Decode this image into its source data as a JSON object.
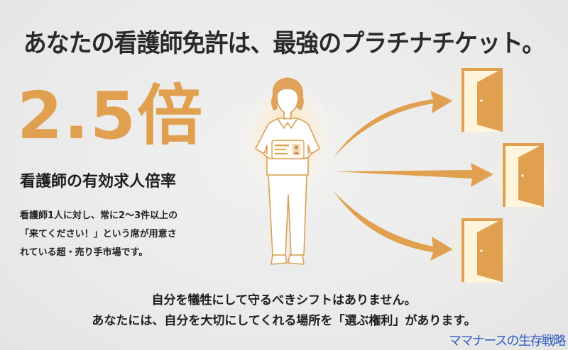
{
  "headline": "あなたの看護師免許は、最強のプラチナチケット。",
  "stat": {
    "value": "2.5倍",
    "label": "看護師の有効求人倍率"
  },
  "description": {
    "lines": [
      "看護師1人に対し、常に2〜3件以上の",
      "「来てください！」という席が用意さ",
      "れている超・売り手市場です。"
    ]
  },
  "illustration": {
    "figure": "nurse-holding-license-icon",
    "targets": [
      "open-door-icon",
      "open-door-icon",
      "open-door-icon"
    ],
    "connectors": [
      "arrow-up-right-icon",
      "arrow-right-icon",
      "arrow-down-right-icon"
    ]
  },
  "message": {
    "lines": [
      "自分を犠牲にして守るべきシフトはありません。",
      "あなたには、自分を大切にしてくれる場所を「選ぶ権利」があります。"
    ]
  },
  "watermark": "ママナースの生存戦略",
  "colors": {
    "accent": "#e0a050",
    "text": "#222222",
    "background": "#ececec",
    "watermark": "#2f5ec0"
  }
}
